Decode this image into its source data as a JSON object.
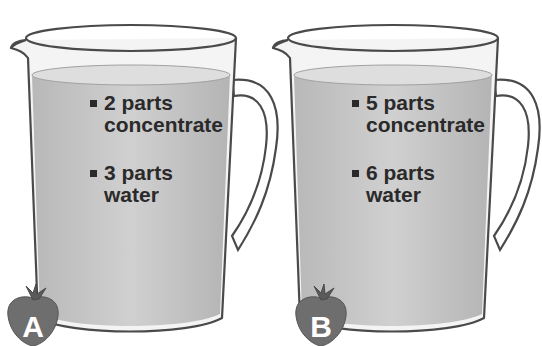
{
  "diagram": {
    "nodes": [
      {
        "text": [
          "2 parts concentrate",
          "3 parts water"
        ]
      },
      {
        "text": [
          "A"
        ]
      },
      {
        "text": [
          "5 parts concentrate",
          "6 parts water"
        ]
      },
      {
        "text": [
          "B"
        ]
      }
    ]
  }
}
